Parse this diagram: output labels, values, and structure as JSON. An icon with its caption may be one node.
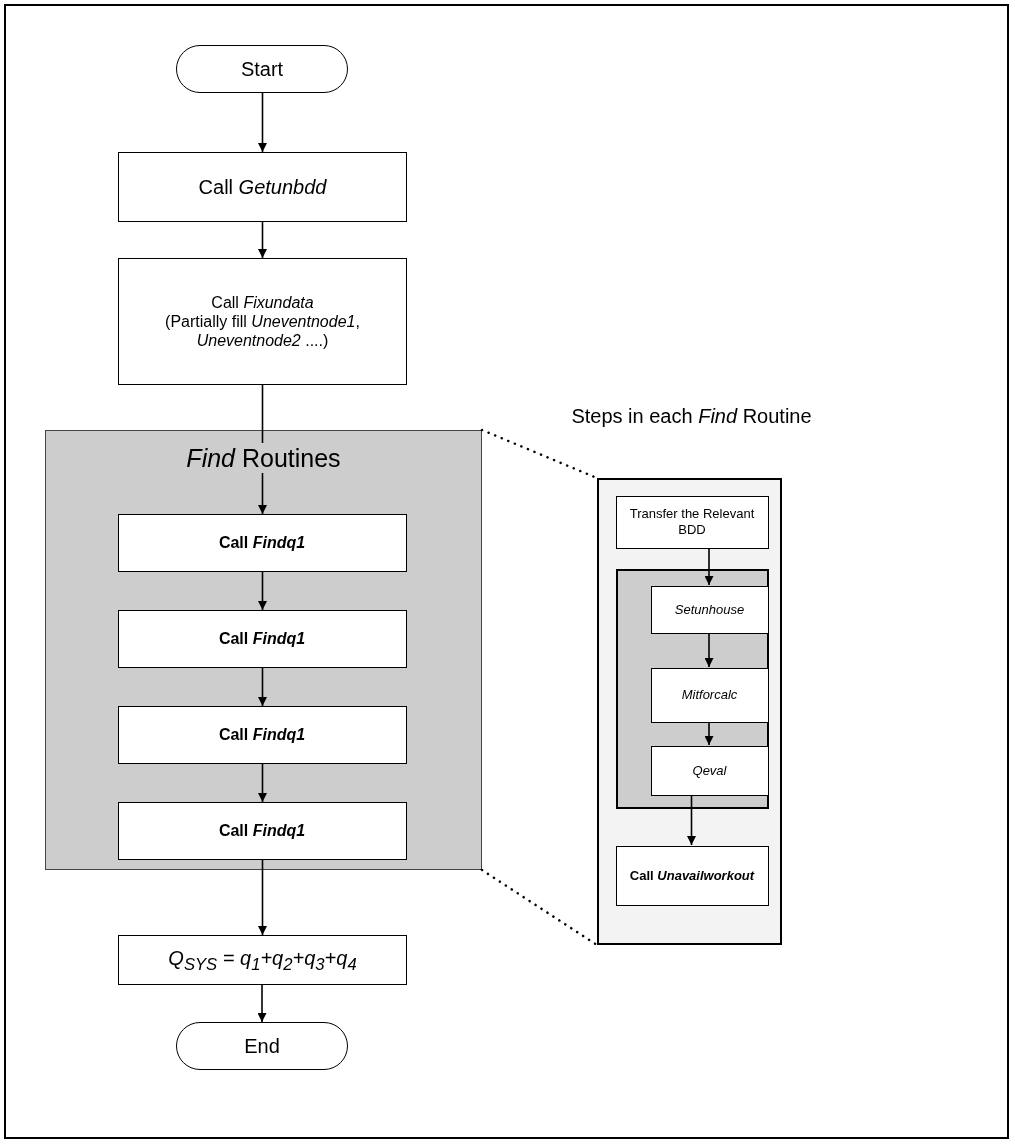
{
  "diagram": {
    "nodes": [
      {
        "text": [
          "Start"
        ]
      },
      {
        "text": [
          "Call *Getunbdd*"
        ]
      },
      {
        "text": [
          "Call *Fixundata*",
          "(Partially fill *Uneventnode1*, *Uneventnode2* ....)"
        ]
      },
      {
        "text": [
          "*Find* Routines"
        ]
      },
      {
        "text": [
          "Call *Findq1*"
        ],
        "in": 3
      },
      {
        "text": [
          "Call *Findq1*"
        ],
        "in": 3
      },
      {
        "text": [
          "Call *Findq1*"
        ],
        "in": 3
      },
      {
        "text": [
          "Call *Findq1*"
        ],
        "in": 3
      },
      {
        "text": [
          "Q$_{SYS}$ = q$_{1}$+q$_{2}$+q$_{3}$+q$_{4}$"
        ]
      },
      {
        "text": [
          "End"
        ]
      },
      {
        "text": [
          "Steps in each *Find* Routine"
        ]
      },
      {
        "text": [
          "Transfer the Relevant BDD"
        ],
        "in": 10
      },
      {
        "text": [],
        "shape": "box",
        "in": 10
      },
      {
        "text": [
          "Setunhouse"
        ],
        "in": 12
      },
      {
        "text": [
          "Mitforcalc"
        ],
        "in": 12
      },
      {
        "text": [
          "Qeval"
        ],
        "in": 12
      },
      {
        "text": [
          "Call *Unavailworkout*"
        ],
        "in": 10
      }
    ],
    "edges": [
      {
        "from": 0,
        "to": 1,
        "arrow": "to"
      },
      {
        "from": 1,
        "to": 2,
        "arrow": "to"
      },
      {
        "from": 2,
        "to": 4,
        "arrow": "to"
      },
      {
        "from": 4,
        "to": 5,
        "arrow": "to"
      },
      {
        "from": 5,
        "to": 6,
        "arrow": "to"
      },
      {
        "from": 6,
        "to": 7,
        "arrow": "to"
      },
      {
        "from": 7,
        "to": 8,
        "arrow": "to"
      },
      {
        "from": 8,
        "to": 9,
        "arrow": "to"
      },
      {
        "from": 11,
        "to": 13,
        "arrow": "to"
      },
      {
        "from": 13,
        "to": 14,
        "arrow": "to"
      },
      {
        "from": 14,
        "to": 15,
        "arrow": "to"
      },
      {
        "from": 15,
        "to": 16,
        "arrow": "to"
      },
      {
        "from": 3,
        "to": 10,
        "arrow": "none",
        "style": "dashed"
      },
      {
        "from": 3,
        "to": 10,
        "arrow": "none",
        "style": "dashed"
      }
    ]
  }
}
